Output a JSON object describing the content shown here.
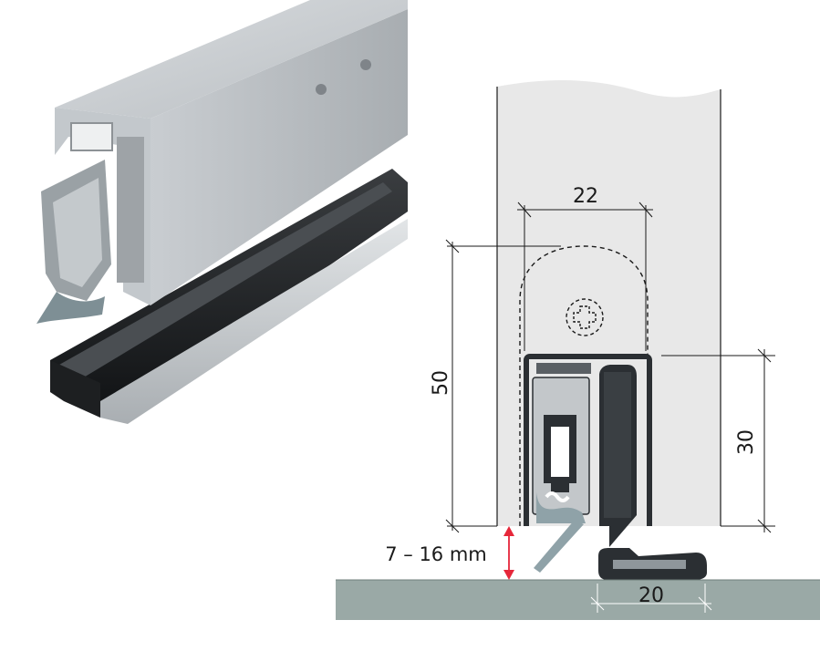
{
  "dimensions": {
    "width_top": "22",
    "height_total": "50",
    "height_profile": "30",
    "gap_range": "7 – 16 mm",
    "width_bottom": "20"
  },
  "colors": {
    "door": "#e8e8e8",
    "floor": "#9aa9a6",
    "profile_dark": "#2b2f33",
    "aluminium": "#b8bdc1",
    "seal": "#8fa2a8",
    "gap_arrow": "#e6273a"
  }
}
